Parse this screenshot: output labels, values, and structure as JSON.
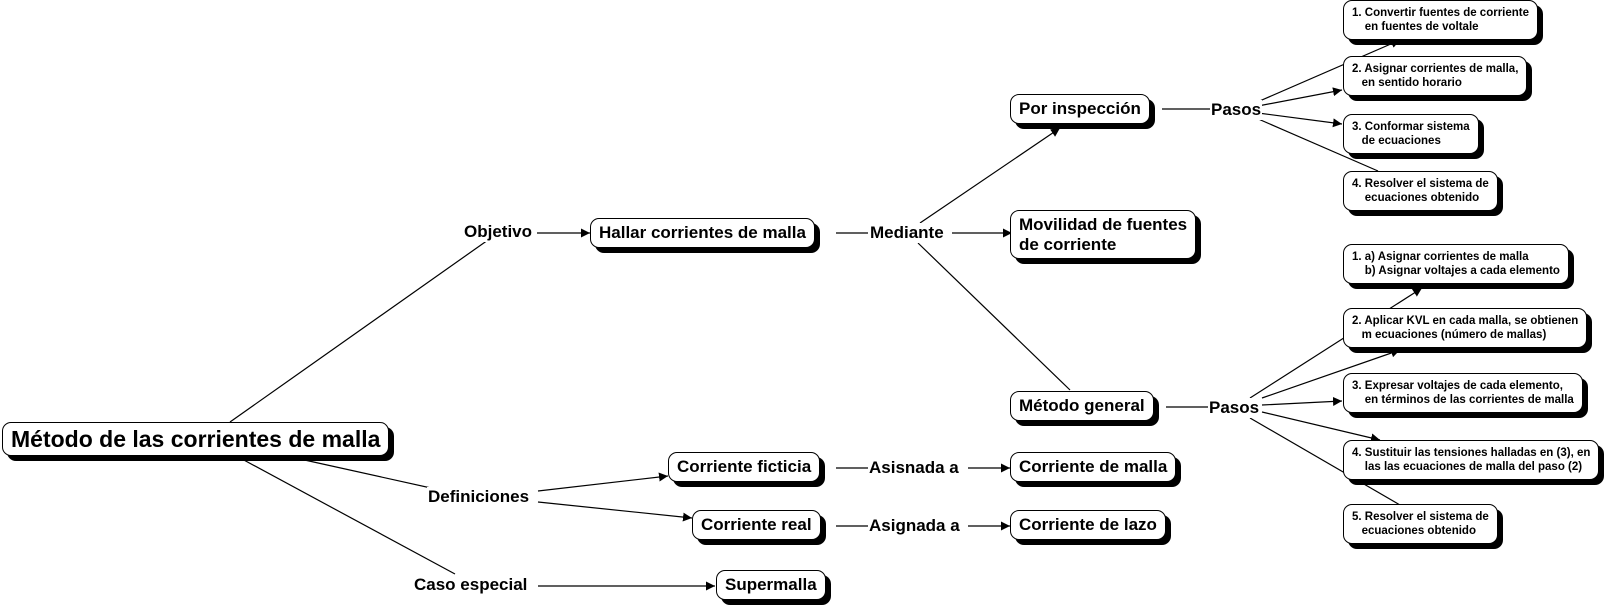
{
  "root": "Método de las corrientes de malla",
  "links": {
    "objetivo": "Objetivo",
    "definiciones": "Definiciones",
    "caso_especial": "Caso especial",
    "mediante": "Mediante",
    "pasos_inspeccion": "Pasos",
    "pasos_general": "Pasos",
    "asisnada": "Asisnada a",
    "asignada": "Asignada a"
  },
  "concepts": {
    "hallar": "Hallar corrientes de malla",
    "por_inspeccion": "Por inspección",
    "movilidad": "Movilidad de fuentes\nde corriente",
    "metodo_general": "Método general",
    "corriente_ficticia": "Corriente ficticia",
    "corriente_real": "Corriente real",
    "corriente_malla": "Corriente de malla",
    "corriente_lazo": "Corriente de lazo",
    "supermalla": "Supermalla"
  },
  "pasos_inspeccion": [
    "1. Convertir fuentes de corriente\n    en fuentes de voltale",
    "2. Asignar corrientes de malla,\n   en sentido horario",
    "3. Conformar sistema\n   de ecuaciones",
    "4. Resolver el sistema de\n    ecuaciones obtenido"
  ],
  "pasos_general": [
    "1. a) Asignar corrientes de malla\n    b) Asignar voltajes a cada elemento",
    "2. Aplicar KVL en cada malla, se obtienen\n   m ecuaciones (número de mallas)",
    "3. Expresar voltajes de cada elemento,\n    en términos de las corrientes de malla",
    "4. Sustituir las tensiones halladas en (3), en\n    las las ecuaciones de malla del paso (2)",
    "5. Resolver el sistema de\n   ecuaciones obtenido"
  ]
}
